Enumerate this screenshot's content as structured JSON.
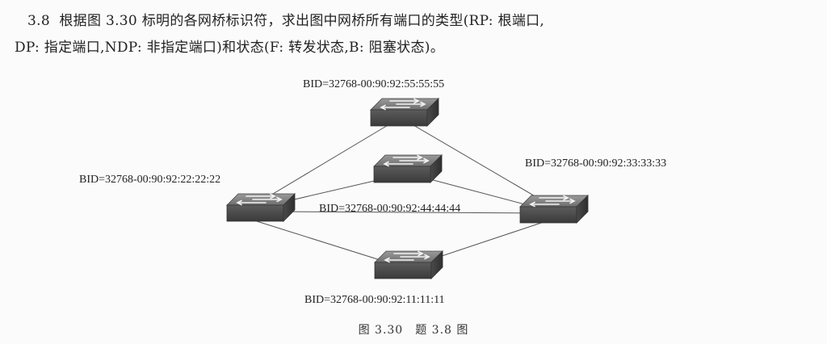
{
  "question": {
    "number": "3.8",
    "text_line1": "根据图 3.30 标明的各网桥标识符，求出图中网桥所有端口的类型(RP: 根端口,",
    "text_line2": "DP: 指定端口,NDP: 非指定端口)和状态(F: 转发状态,B: 阻塞状态)。"
  },
  "figure": {
    "bridges": [
      {
        "id": "top",
        "bid": "BID=32768-00:90:92:55:55:55"
      },
      {
        "id": "middle",
        "bid": "BID=32768-00:90:92:44:44:44"
      },
      {
        "id": "left",
        "bid": "BID=32768-00:90:92:22:22:22"
      },
      {
        "id": "right",
        "bid": "BID=32768-00:90:92:33:33:33"
      },
      {
        "id": "bottom",
        "bid": "BID=32768-00:90:92:11:11:11"
      }
    ],
    "links": [
      [
        "left",
        "top"
      ],
      [
        "top",
        "right"
      ],
      [
        "left",
        "middle"
      ],
      [
        "middle",
        "right"
      ],
      [
        "left",
        "right"
      ],
      [
        "left",
        "bottom"
      ],
      [
        "bottom",
        "right"
      ]
    ],
    "caption": "图 3.30　题 3.8 图"
  }
}
